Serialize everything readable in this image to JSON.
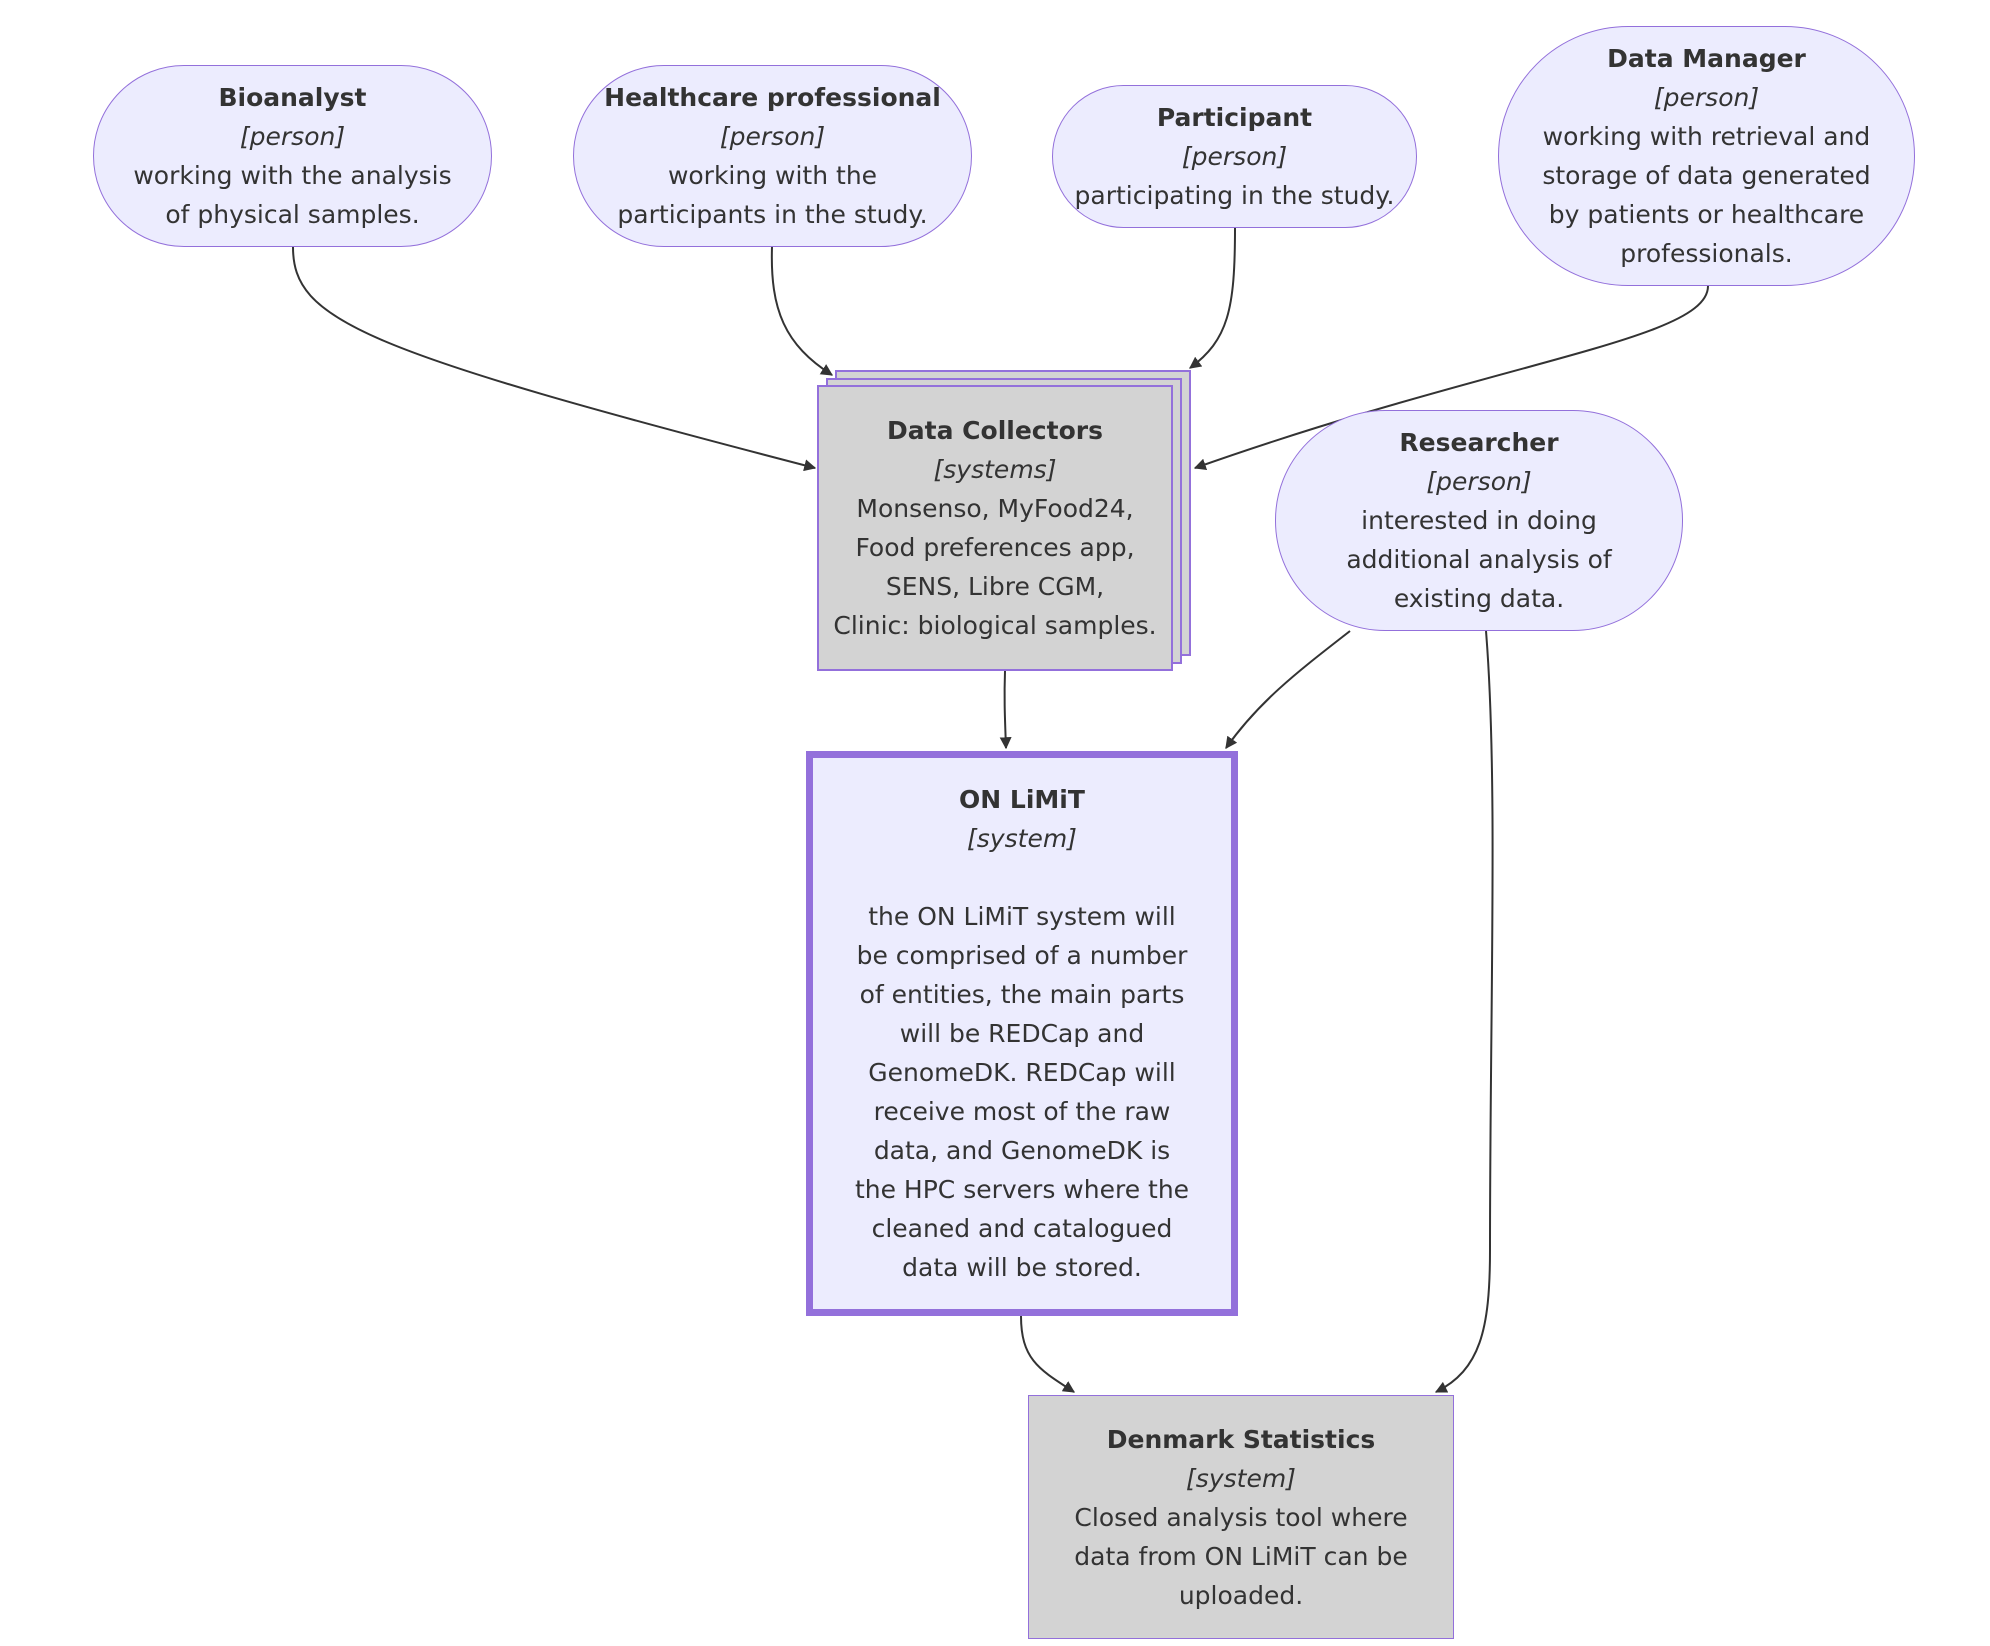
{
  "nodes": {
    "bioanalyst": {
      "title": "Bioanalyst",
      "kind": "[person]",
      "desc": "working with the analysis\nof physical samples."
    },
    "healthcare": {
      "title": "Healthcare professional",
      "kind": "[person]",
      "desc": "working with the\nparticipants in the study."
    },
    "participant": {
      "title": "Participant",
      "kind": "[person]",
      "desc": "participating in the study."
    },
    "data_manager": {
      "title": "Data Manager",
      "kind": "[person]",
      "desc": "working with retrieval and\nstorage of data generated\nby patients or healthcare\nprofessionals."
    },
    "data_collectors": {
      "title": "Data Collectors",
      "kind": "[systems]",
      "desc": "Monsenso, MyFood24,\nFood preferences app,\nSENS, Libre CGM,\nClinic: biological samples."
    },
    "researcher": {
      "title": "Researcher",
      "kind": "[person]",
      "desc": "interested in doing\nadditional analysis of\nexisting data."
    },
    "on_limit": {
      "title": "ON LiMiT",
      "kind": "[system]",
      "desc": "the ON LiMiT system will\nbe comprised of a number\nof entities, the main parts\nwill be REDCap and\nGenomeDK. REDCap will\nreceive most of the raw\ndata, and GenomeDK is\nthe HPC servers where the\ncleaned and catalogued\ndata will be stored."
    },
    "denmark_statistics": {
      "title": "Denmark Statistics",
      "kind": "[system]",
      "desc": "Closed analysis tool where\ndata from ON LiMiT can be\nuploaded."
    }
  },
  "edges": [
    {
      "from": "bioanalyst",
      "to": "data_collectors"
    },
    {
      "from": "healthcare",
      "to": "data_collectors"
    },
    {
      "from": "participant",
      "to": "data_collectors"
    },
    {
      "from": "data_manager",
      "to": "data_collectors"
    },
    {
      "from": "data_collectors",
      "to": "on_limit"
    },
    {
      "from": "researcher",
      "to": "on_limit"
    },
    {
      "from": "on_limit",
      "to": "denmark_statistics"
    },
    {
      "from": "researcher",
      "to": "denmark_statistics"
    }
  ],
  "colors": {
    "person_fill": "#ececfe",
    "external_system_fill": "#d3d3d3",
    "border": "#9370db",
    "edge": "#333333",
    "text": "#333333"
  }
}
